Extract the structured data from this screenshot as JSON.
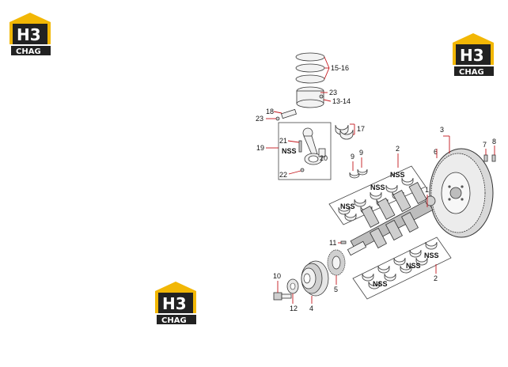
{
  "logo": {
    "mark": "H3",
    "caption": "CHAG",
    "accent": "#f2b705",
    "dark": "#222222"
  },
  "callouts": {
    "c1": "1",
    "c2a": "2",
    "c2b": "2",
    "c3": "3",
    "c4": "4",
    "c5": "5",
    "c6": "6",
    "c7": "7",
    "c8": "8",
    "c9a": "9",
    "c9b": "9",
    "c10": "10",
    "c11": "11",
    "c12": "12",
    "c1314": "13-14",
    "c1516": "15-16",
    "c17": "17",
    "c18": "18",
    "c19": "19",
    "c20": "20",
    "c21": "21",
    "c22": "22",
    "c23a": "23",
    "c23b": "23"
  },
  "nss": {
    "n1": "NSS",
    "n2": "NSS",
    "n3": "NSS",
    "n4": "NSS",
    "n5": "NSS",
    "n6": "NSS",
    "n7": "NSS"
  },
  "colors": {
    "leader": "#c4161c",
    "stroke": "#333333"
  }
}
